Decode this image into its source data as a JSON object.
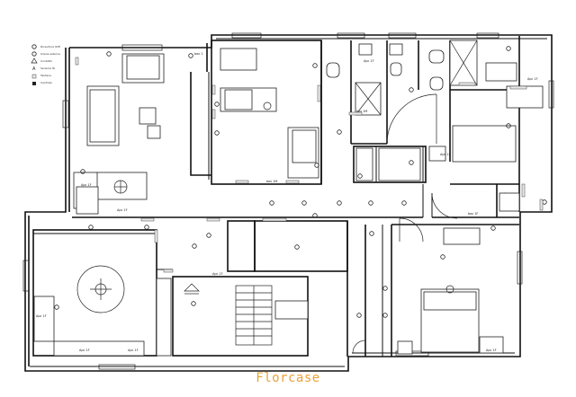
{
  "brand": "Florcase",
  "legend": [
    "Ricevitore WiFi",
    "Sirena esterna",
    "Contatto",
    "Sensore IR",
    "Tastiera",
    "Centrale"
  ],
  "room_labels": {
    "living_a": "box 1",
    "living_b": "Apc 1F",
    "living_c": "Apc 1F",
    "bed1": "box 1M",
    "bath1": "Apc 1F",
    "hall": "box 1M",
    "laundry": "Apc 1F",
    "kitchen": "Apc 1F",
    "bed2": "Apc 1F",
    "dining_a": "Apc 1F",
    "dining_b": "Apc 1F",
    "dining_c": "Apc 1F",
    "stair": "Apc 1F",
    "bath2": "box 1F"
  },
  "colors": {
    "brand": "#e8a23a",
    "wall": "#111111",
    "switch_fill": "#e8e8e8"
  }
}
